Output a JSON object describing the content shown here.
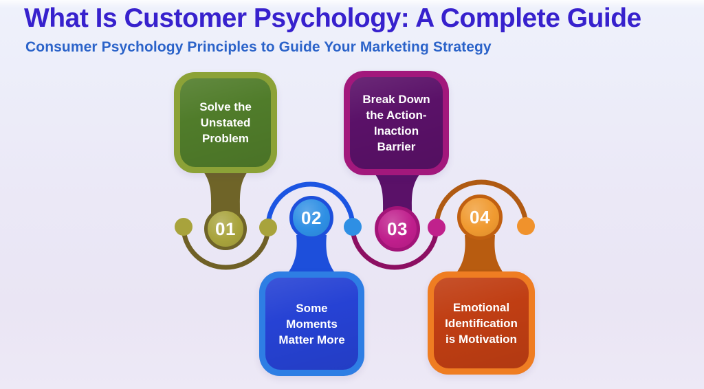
{
  "header": {
    "title": "What Is Customer Psychology: A Complete Guide",
    "subtitle": "Consumer Psychology Principles to Guide Your Marketing Strategy",
    "colors": {
      "title-color": "#3721cd",
      "subtitle-color": "#2b63c9"
    }
  },
  "background": {
    "top": "#fcfdfe",
    "band": "#eef1fb",
    "mid": "#ebe9f7",
    "low": "#eae5f4",
    "bottom": "#ede9f6"
  },
  "items": [
    {
      "number": "01",
      "label": "Solve the\nUnstated\nProblem",
      "colors": {
        "outer": "#8ca237",
        "inner": "#507c2a",
        "fill": "#a8a33c",
        "ring": "#6f6428",
        "stem": "#6f6428",
        "arc": "#6f6026"
      }
    },
    {
      "number": "02",
      "label": "Some\nMoments\nMatter More",
      "colors": {
        "outer": "#2e7ee4",
        "inner": "#2642d4",
        "fill": "#2e8fe4",
        "ring": "#1d4fdb",
        "stem": "#1d4fdb",
        "arc": "#1c55e2"
      }
    },
    {
      "number": "03",
      "label": "Break Down\nthe Action-\nInaction\nBarrier",
      "colors": {
        "outer": "#a2187c",
        "inner": "#5a1168",
        "fill": "#bf1e8c",
        "ring": "#a21478",
        "stem": "#5a1168",
        "arc": "#8c0f62"
      }
    },
    {
      "number": "04",
      "label": "Emotional\nIdentification\nis Motivation",
      "colors": {
        "outer": "#ef7d22",
        "inner": "#c03e13",
        "fill": "#f09a30",
        "ring": "#c05f10",
        "stem": "#b85c10",
        "arc": "#b05a12"
      }
    }
  ],
  "dots": [
    {
      "name": "dot-before-01",
      "color": "#a8a33c"
    },
    {
      "name": "dot-between-01-02",
      "color": "#a8a33c"
    },
    {
      "name": "dot-between-02-03",
      "color": "#2e8fe4"
    },
    {
      "name": "dot-between-03-04",
      "color": "#c0218c"
    },
    {
      "name": "dot-after-04",
      "color": "#f0922c"
    }
  ]
}
